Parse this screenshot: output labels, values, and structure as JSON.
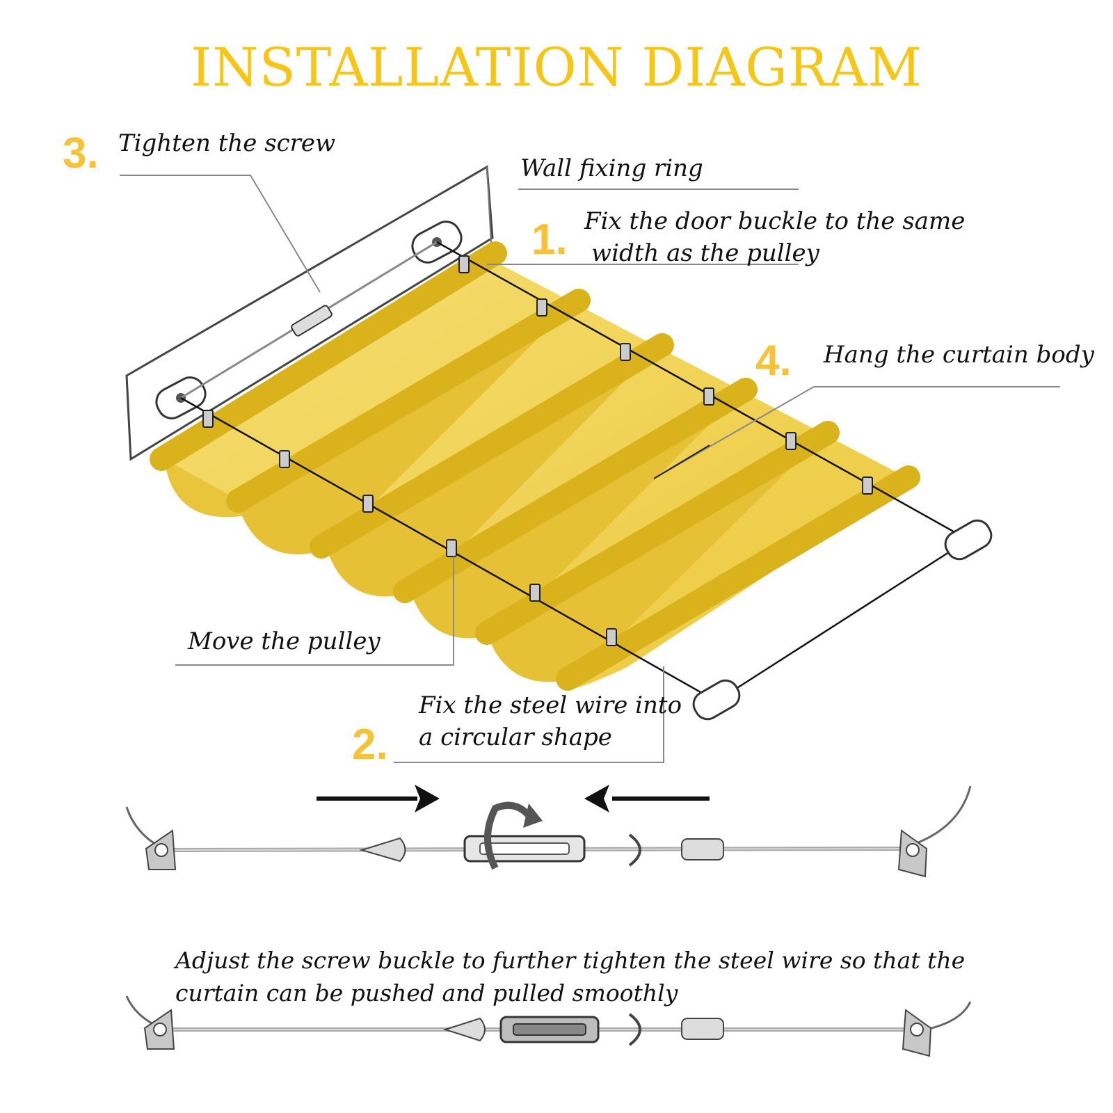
{
  "title": "INSTALLATION DIAGRAM",
  "colors": {
    "accent": "#f5c518",
    "step_number": "#f5c23a",
    "curtain": "#e8c53a",
    "curtain_light": "#f3dc70",
    "curtain_rod": "#d9b21c"
  },
  "steps": {
    "step3": {
      "number": "3.",
      "label": "Tighten the screw"
    },
    "wall_ring": {
      "label": "Wall fixing ring"
    },
    "step1": {
      "number": "1.",
      "line1": "Fix the door buckle to the same",
      "line2": "width as the pulley"
    },
    "step4": {
      "number": "4.",
      "label": "Hang the curtain body"
    },
    "pulley": {
      "label": "Move the pulley"
    },
    "step2": {
      "number": "2.",
      "line1": "Fix the steel wire into",
      "line2": "a circular shape"
    }
  },
  "instruction": "Adjust the screw buckle to further tighten the steel wire so that the curtain can be pushed and pulled smoothly",
  "icons": [
    "turnbuckle-icon",
    "rotate-arrow-icon",
    "arrow-right-icon",
    "arrow-left-icon",
    "eye-plate-icon",
    "wire-clip-icon",
    "snap-hook-icon",
    "pulley-icon"
  ]
}
